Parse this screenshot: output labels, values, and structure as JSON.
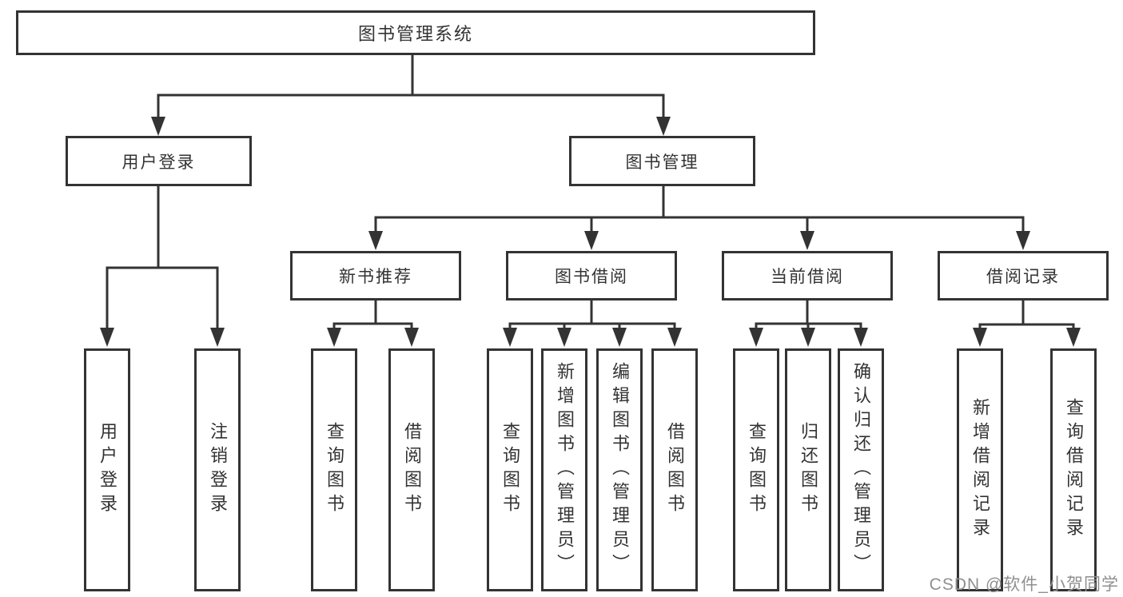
{
  "diagram": {
    "root": {
      "label": "图书管理系统"
    },
    "branches": [
      {
        "label": "用户登录",
        "children": [
          {
            "label": "用户登录"
          },
          {
            "label": "注销登录"
          }
        ]
      },
      {
        "label": "图书管理",
        "children": [
          {
            "label": "新书推荐",
            "children": [
              {
                "label": "查询图书"
              },
              {
                "label": "借阅图书"
              }
            ]
          },
          {
            "label": "图书借阅",
            "children": [
              {
                "label": "查询图书"
              },
              {
                "label": "新增图书（管理员）"
              },
              {
                "label": "编辑图书（管理员）"
              },
              {
                "label": "借阅图书"
              }
            ]
          },
          {
            "label": "当前借阅",
            "children": [
              {
                "label": "查询图书"
              },
              {
                "label": "归还图书"
              },
              {
                "label": "确认归还（管理员）"
              }
            ]
          },
          {
            "label": "借阅记录",
            "children": [
              {
                "label": "新增借阅记录"
              },
              {
                "label": "查询借阅记录"
              }
            ]
          }
        ]
      }
    ]
  },
  "watermark": {
    "text": "CSDN @软件_小贺同学"
  },
  "colors": {
    "line": "#333333",
    "text": "#333333",
    "background": "#ffffff",
    "watermark": "#8f8f8f"
  }
}
